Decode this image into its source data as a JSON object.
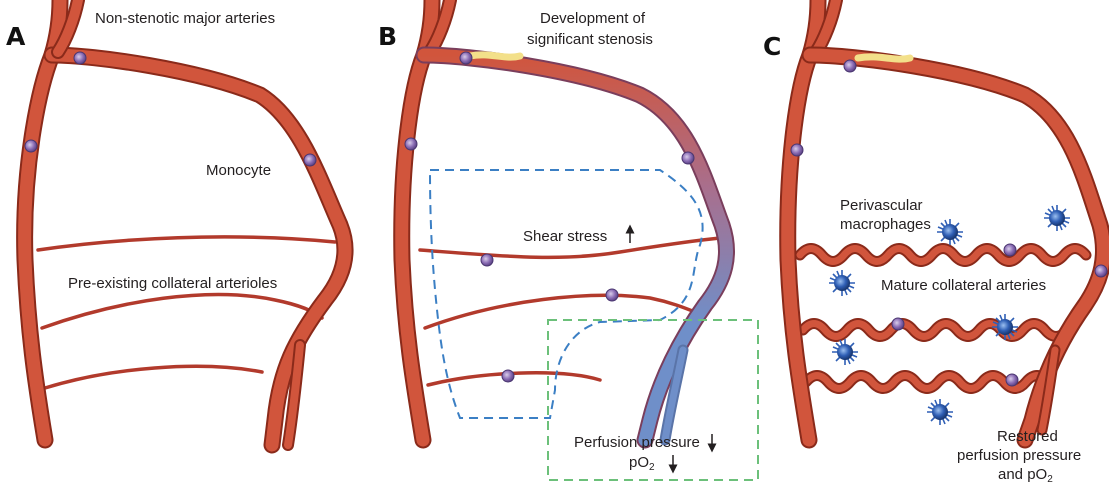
{
  "colors": {
    "artery": "#d1553c",
    "artery_edge": "#8a2a1a",
    "plaque": "#f3e08a",
    "vein_blue": "#6f8fc9",
    "dashed_blue": "#3b7fc4",
    "dashed_green": "#6cc07a",
    "macrophage": "#2f5fb5",
    "monocyte": "#8a6cb4"
  },
  "panels": {
    "a": {
      "letter": "A",
      "title": "Non-stenotic major arteries",
      "monocyte": "Monocyte",
      "collateral": "Pre-existing collateral arterioles"
    },
    "b": {
      "letter": "B",
      "title_line1": "Development of",
      "title_line2": "significant stenosis",
      "shear": "Shear stress",
      "shear_arrow": "up-arrow",
      "perfusion": "Perfusion pressure",
      "perfusion_arrow": "down-arrow",
      "po2_base": "pO",
      "po2_sub": "2",
      "po2_arrow": "down-arrow"
    },
    "c": {
      "letter": "C",
      "peri_line1": "Perivascular",
      "peri_line2": "macrophages",
      "mature": "Mature collateral arteries",
      "restored_line1": "Restored",
      "restored_line2": "perfusion pressure",
      "restored_line3_base": "and pO",
      "restored_line3_sub": "2"
    }
  }
}
